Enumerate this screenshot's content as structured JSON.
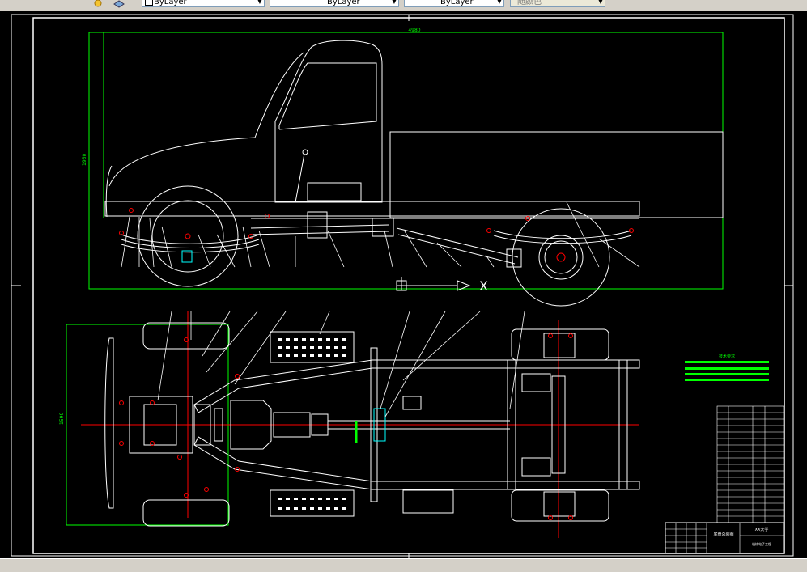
{
  "toolbar": {
    "color_combo": {
      "value": "ByLayer",
      "placeholder": ""
    },
    "linetype_combo": {
      "value": "ByLayer"
    },
    "lineweight_combo": {
      "value": "ByLayer"
    },
    "plotstyle_combo": {
      "value": "随颜色"
    }
  },
  "drawing": {
    "overall_length_dim": "4980",
    "overall_height_dim": "1960",
    "track_width_dim": "1590",
    "ucs_x_label": "X",
    "tech_req_title": "技术要求",
    "title_block_name": "底盘总装图",
    "title_block_org": "XX大学",
    "title_block_school": "机械电子工程",
    "colors": {
      "outline": "#ffffff",
      "dimension": "#00ff00",
      "centerline": "#ff0000",
      "highlight": "#00ffff",
      "hatch": "#00ffff",
      "background": "#000000"
    },
    "icons": [
      "ucs-icon",
      "layer-icon",
      "sun-icon"
    ]
  }
}
